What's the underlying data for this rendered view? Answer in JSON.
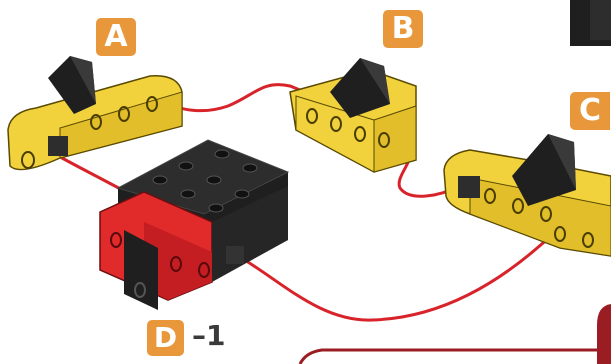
{
  "labels": {
    "a": "A",
    "b": "B",
    "c": "C",
    "d": "D",
    "d_suffix": "–1"
  },
  "colors": {
    "badge": "#e8973a",
    "yellow_block": "#f2d23c",
    "black_block": "#1f1f1f",
    "red_block": "#e12a2a",
    "wire": "#d8232a",
    "panel_border": "#9b1d24"
  }
}
